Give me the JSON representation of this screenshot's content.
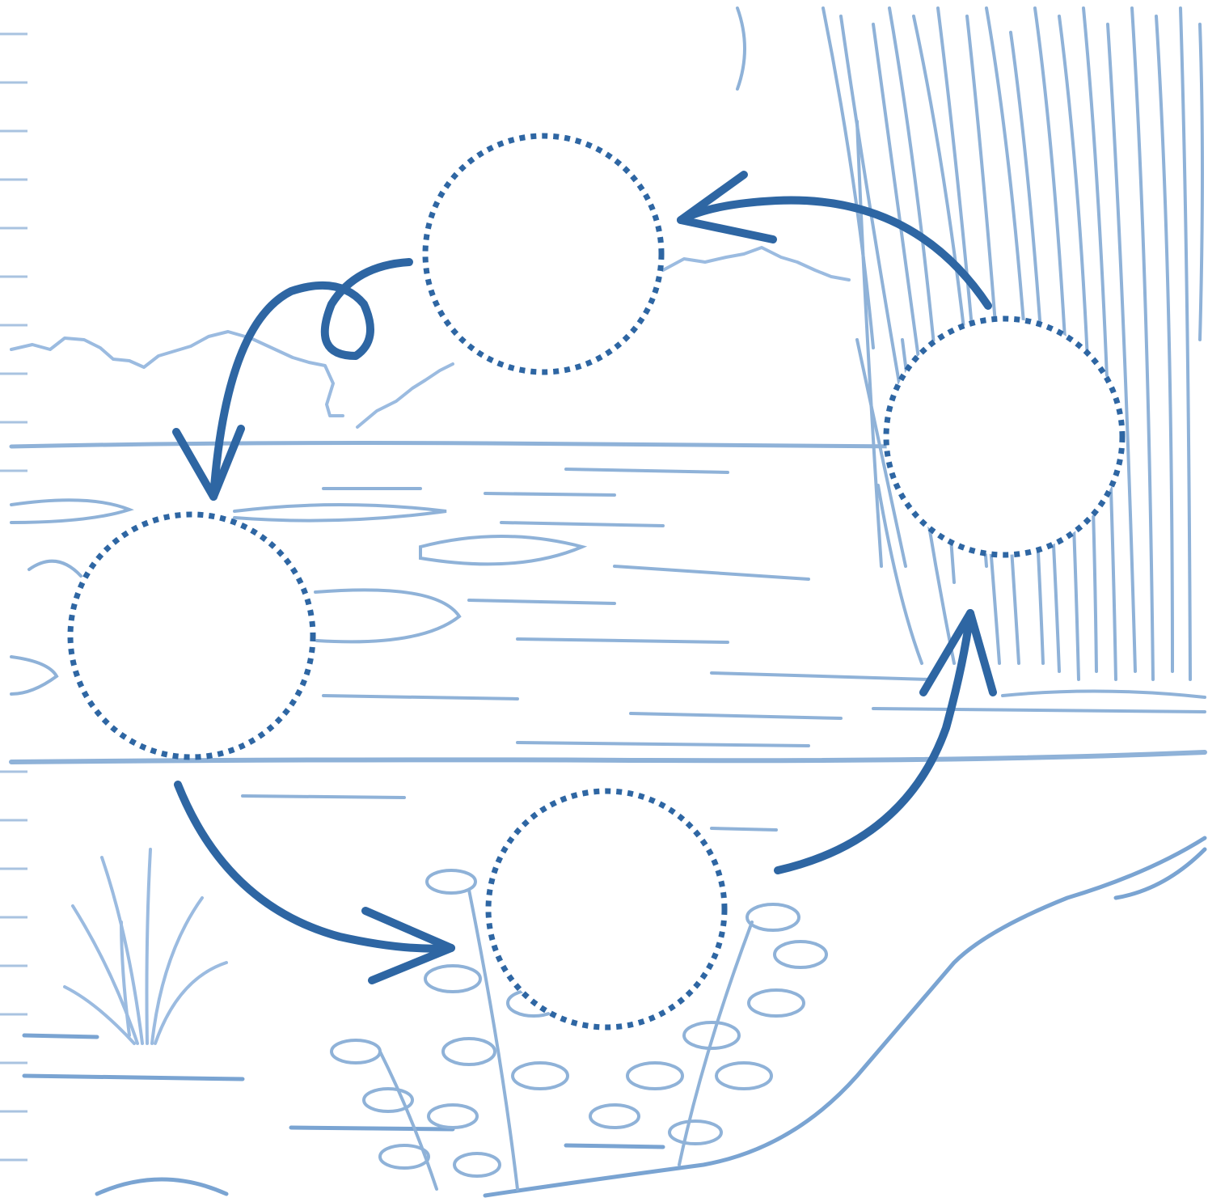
{
  "diagram": {
    "type": "cycle",
    "stages": [
      {
        "id": "top",
        "label": ""
      },
      {
        "id": "right",
        "label": ""
      },
      {
        "id": "bottom",
        "label": ""
      },
      {
        "id": "left",
        "label": ""
      }
    ],
    "arrows": [
      {
        "from": "right",
        "to": "top"
      },
      {
        "from": "top",
        "to": "left"
      },
      {
        "from": "left",
        "to": "bottom"
      },
      {
        "from": "bottom",
        "to": "right"
      }
    ]
  },
  "colors": {
    "sketch": "#8fb2d8",
    "sketch_dark": "#6f9ccc",
    "accent": "#2e66a3",
    "background": "#ffffff"
  }
}
